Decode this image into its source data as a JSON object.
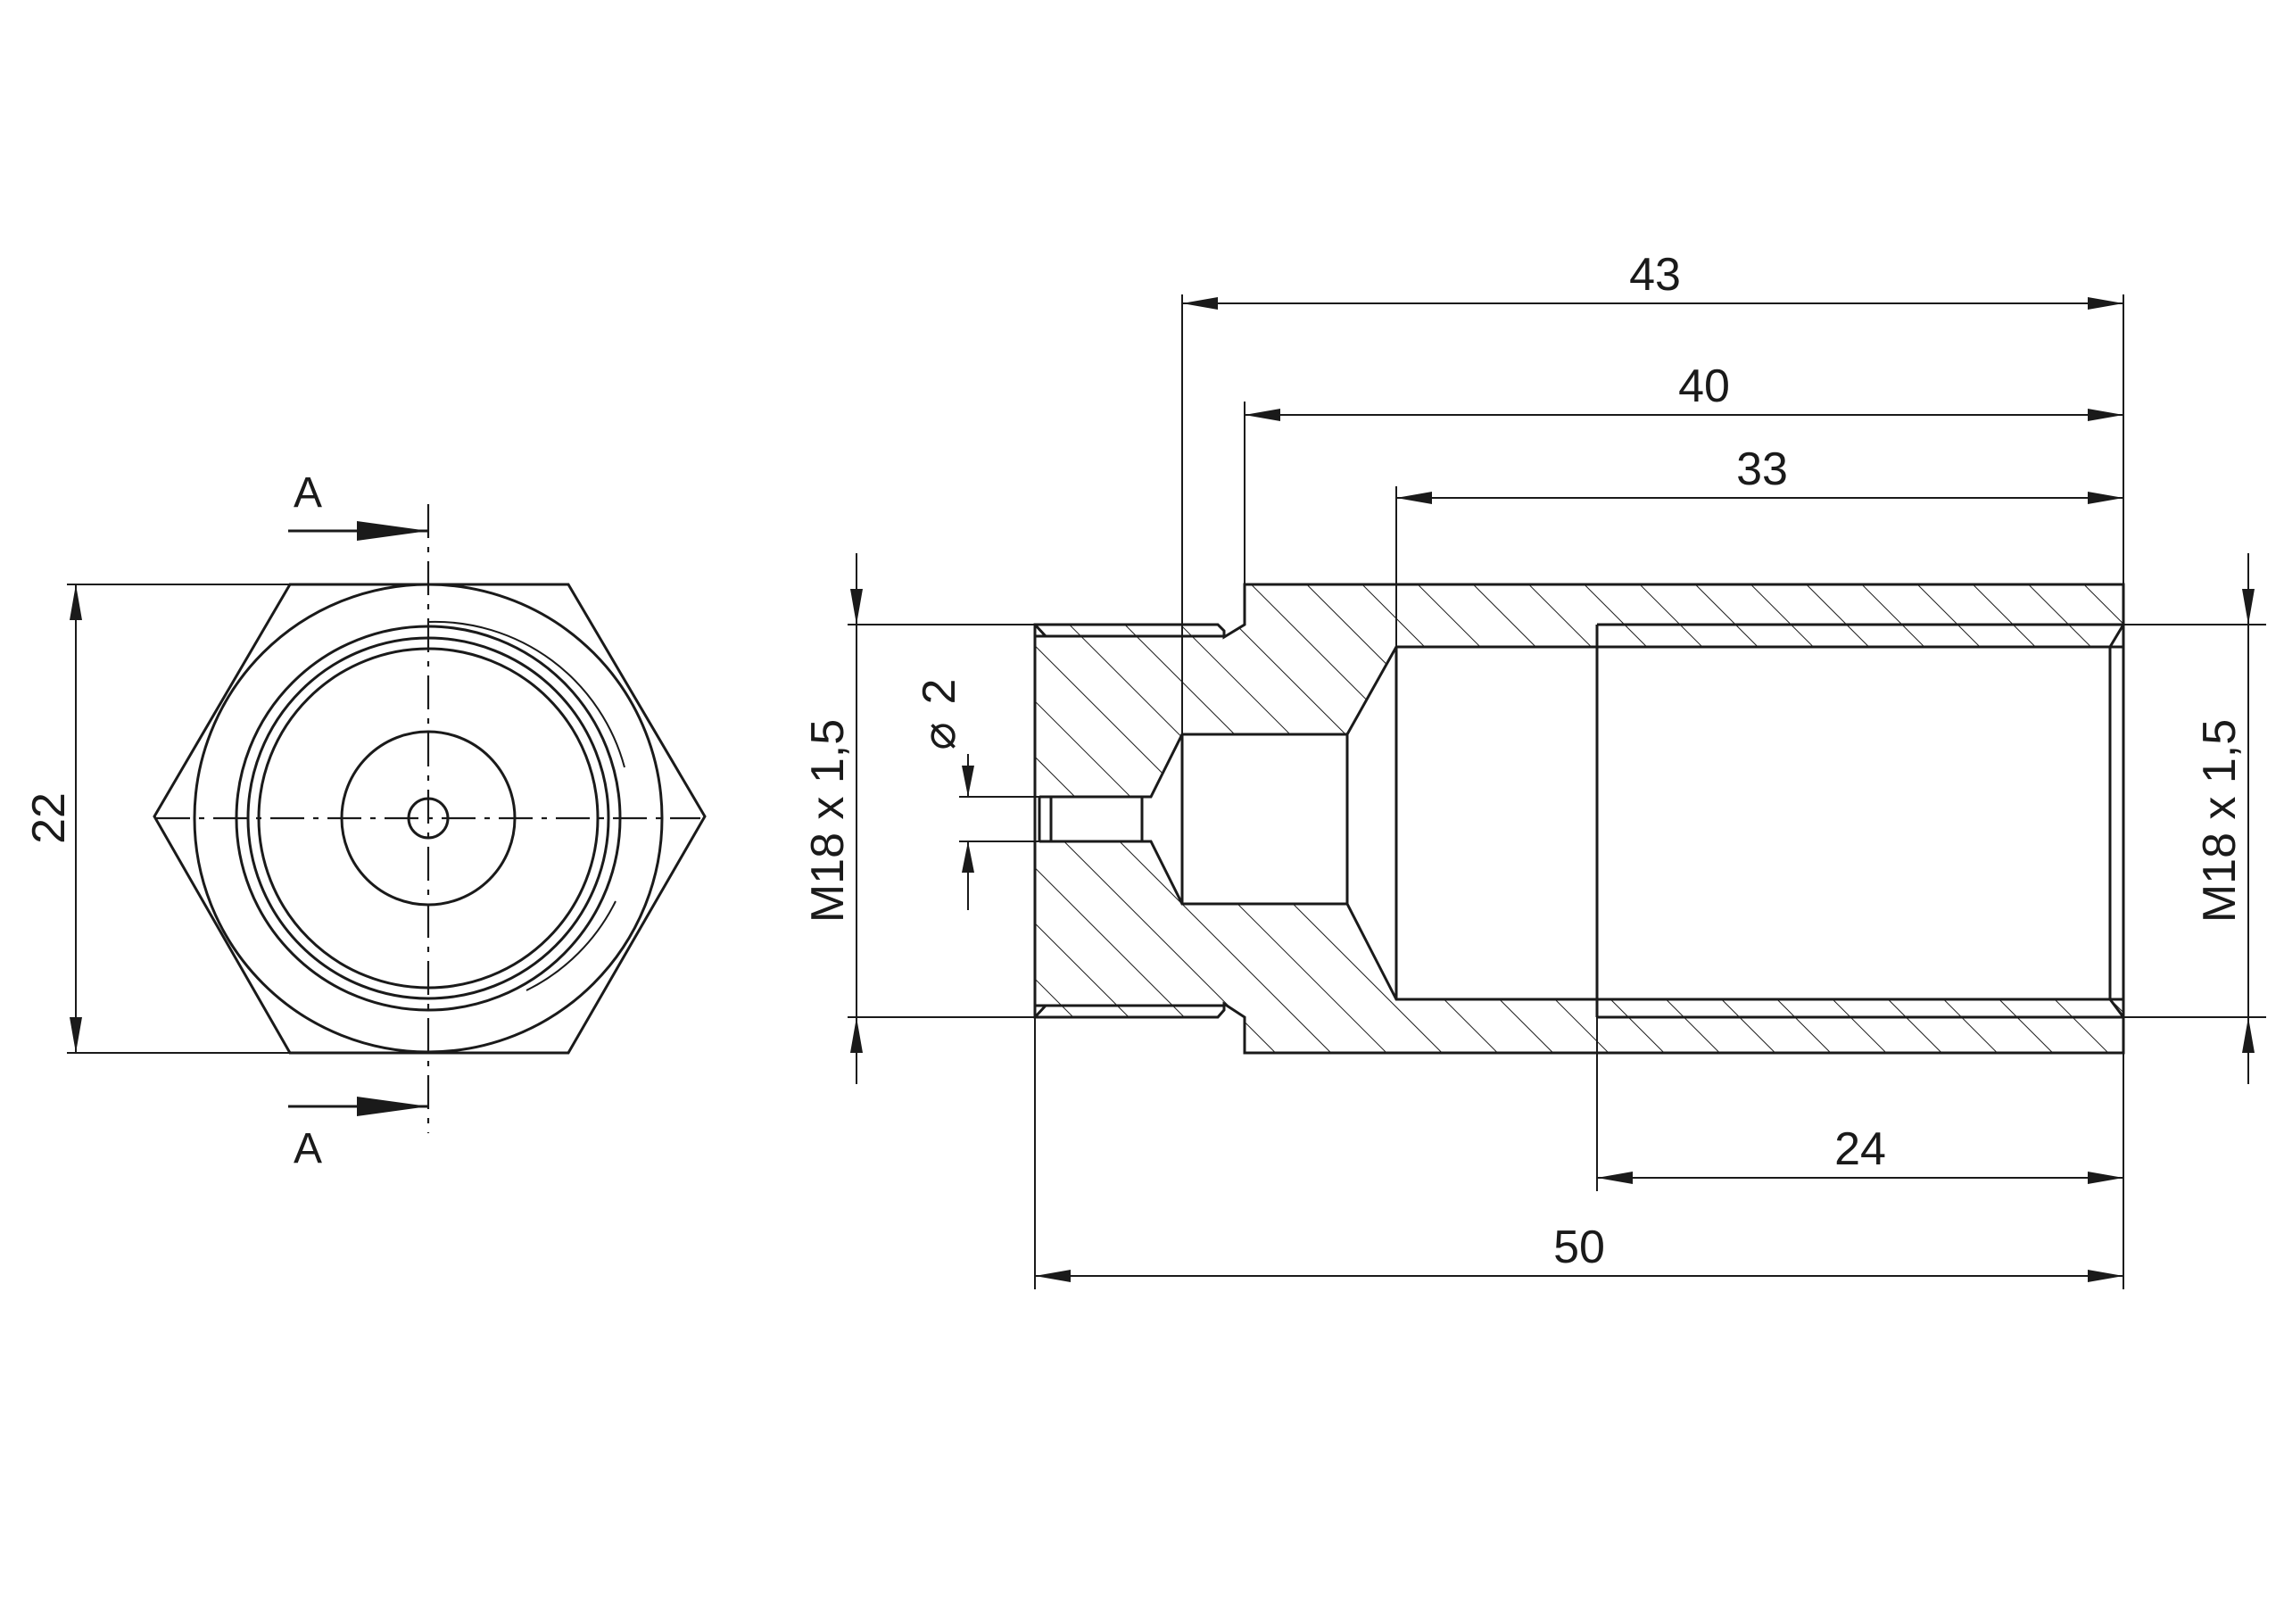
{
  "section_view": {
    "label_top": "A",
    "label_bottom": "A"
  },
  "dimensions": {
    "hex_across_flats": "22",
    "overall_length": "50",
    "length_43": "43",
    "length_40": "40",
    "length_33": "33",
    "thread_depth": "24",
    "hole_diameter_symbol": "⌀",
    "hole_diameter": "2",
    "thread_left": "M18 x 1,5",
    "thread_right": "M18 x 1,5"
  }
}
